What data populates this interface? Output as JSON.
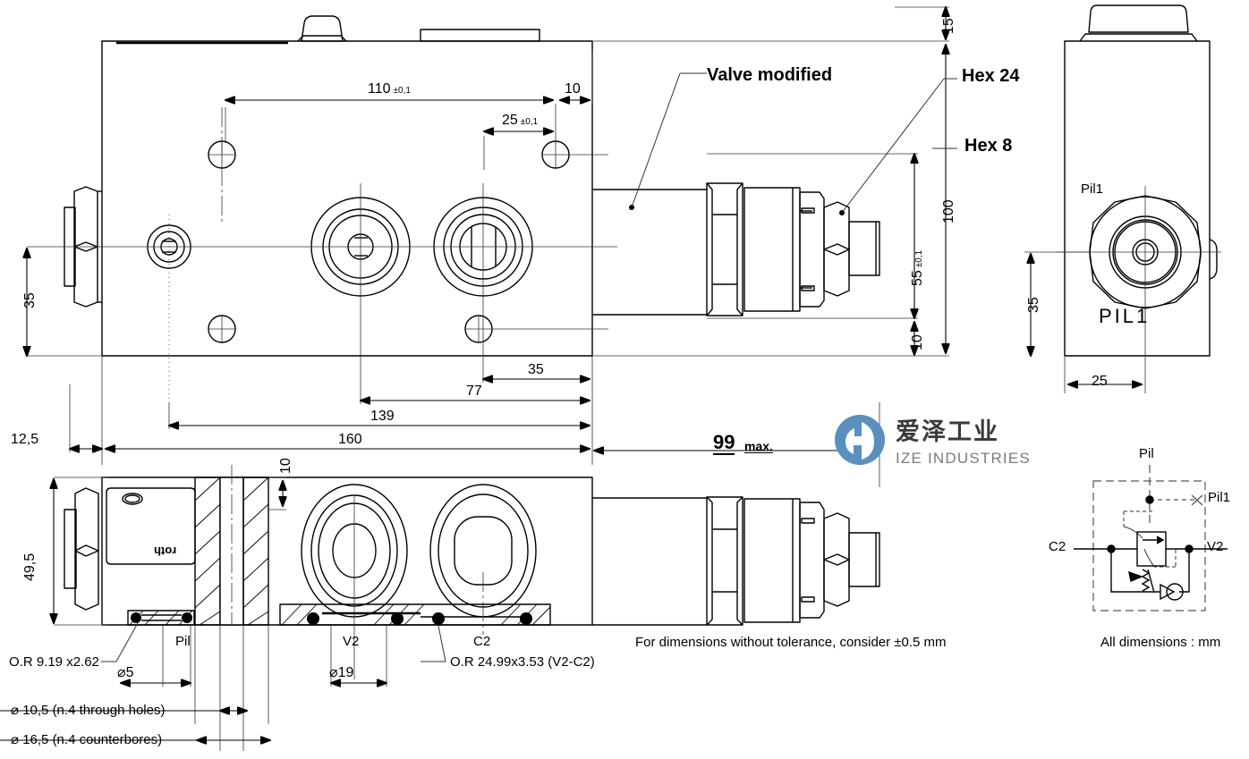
{
  "document": {
    "kind": "engineering-drawing",
    "title": "Hydraulic valve block dimensional drawing"
  },
  "callouts": {
    "valve_modified": "Valve modified",
    "hex24": "Hex 24",
    "hex8": "Hex 8"
  },
  "dimensions": {
    "top_view": {
      "d110": "110",
      "d110_tol": "±0,1",
      "d10_top": "10",
      "d25": "25",
      "d25_tol": "±0,1",
      "d35_left": "35",
      "d35_right": "35",
      "d77": "77",
      "d139": "139",
      "d160": "160",
      "d12_5": "12,5",
      "d15": "15",
      "d100": "100",
      "d55": "55",
      "d55_tol": "±0,1",
      "d10_bottom": "10"
    },
    "bottom_view": {
      "d49_5": "49,5",
      "d10": "10",
      "d99": "99",
      "d99_suffix": "max.",
      "d5": "5",
      "d19": "19"
    },
    "side_view": {
      "d35": "35",
      "d25": "25"
    }
  },
  "labels": {
    "pil_bottom": "Pil",
    "v2": "V2",
    "c2": "C2",
    "pil1_small": "Pil1",
    "pil1_large": "PIL1",
    "roth": "roth"
  },
  "notes": {
    "oring_small": "O.R 9.19 x2.62",
    "oring_large": "O.R 24.99x3.53 (V2-C2)",
    "through_holes": "10,5 (n.4 through holes)",
    "counterbores": "16,5 (n.4 counterbores)",
    "tolerance": "For dimensions without tolerance, consider ±0.5 mm",
    "units": "All dimensions : mm",
    "diam_symbol": "⌀"
  },
  "schematic": {
    "port_pil": "Pil",
    "port_pil1": "Pil1",
    "port_c2": "C2",
    "port_v2": "V2"
  },
  "watermark": {
    "chinese": "爱泽工业",
    "english": "IZE INDUSTRIES",
    "brand_color": "#5b8fbe",
    "text_color": "#3a3a3a",
    "sub_color": "#7a7a7a"
  },
  "colors": {
    "line": "#000000",
    "thin": "#555555",
    "background": "#ffffff"
  }
}
